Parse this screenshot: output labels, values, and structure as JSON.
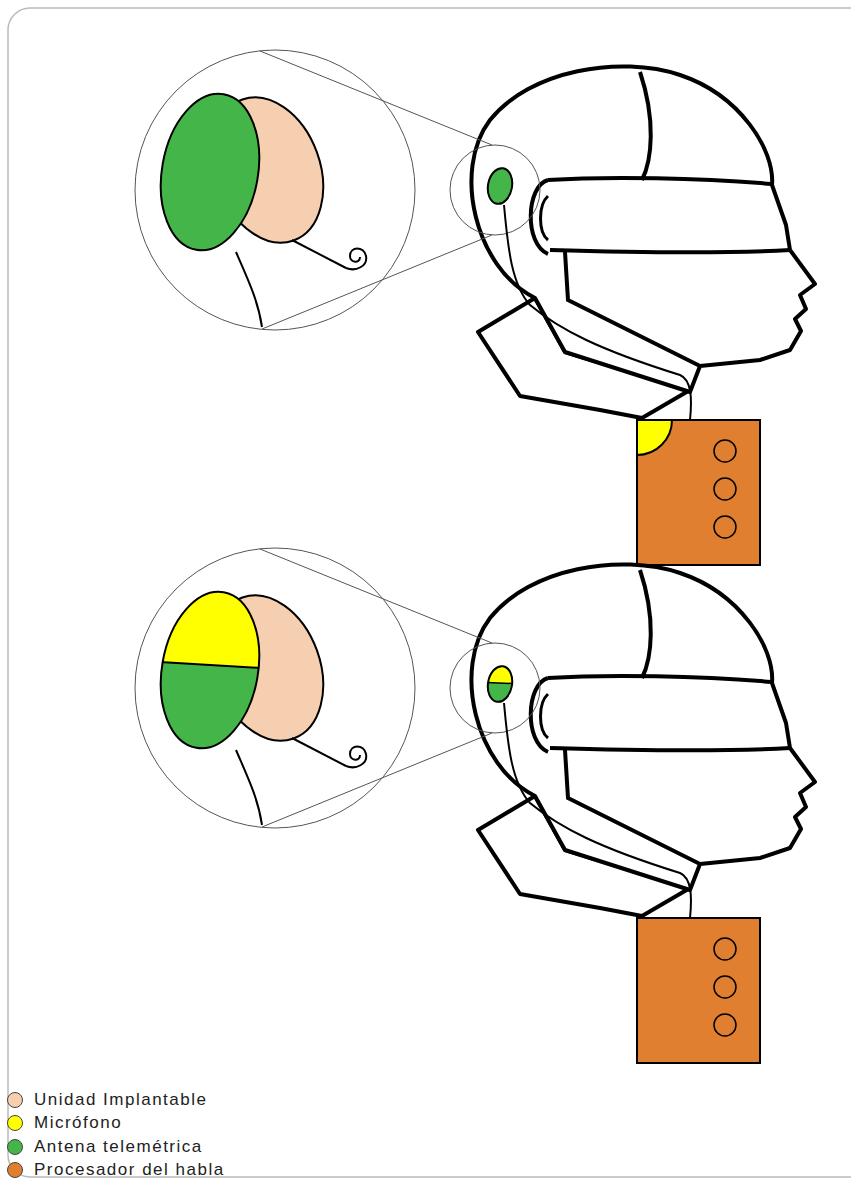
{
  "diagram": {
    "legend": [
      {
        "text": "Unidad Implantable",
        "color": "#f5cfb0"
      },
      {
        "text": "Micrófono",
        "color": "#ffff00"
      },
      {
        "text": "Antena telemétrica",
        "color": "#44b649"
      },
      {
        "text": "Procesador del habla",
        "color": "#e07f30"
      }
    ]
  }
}
